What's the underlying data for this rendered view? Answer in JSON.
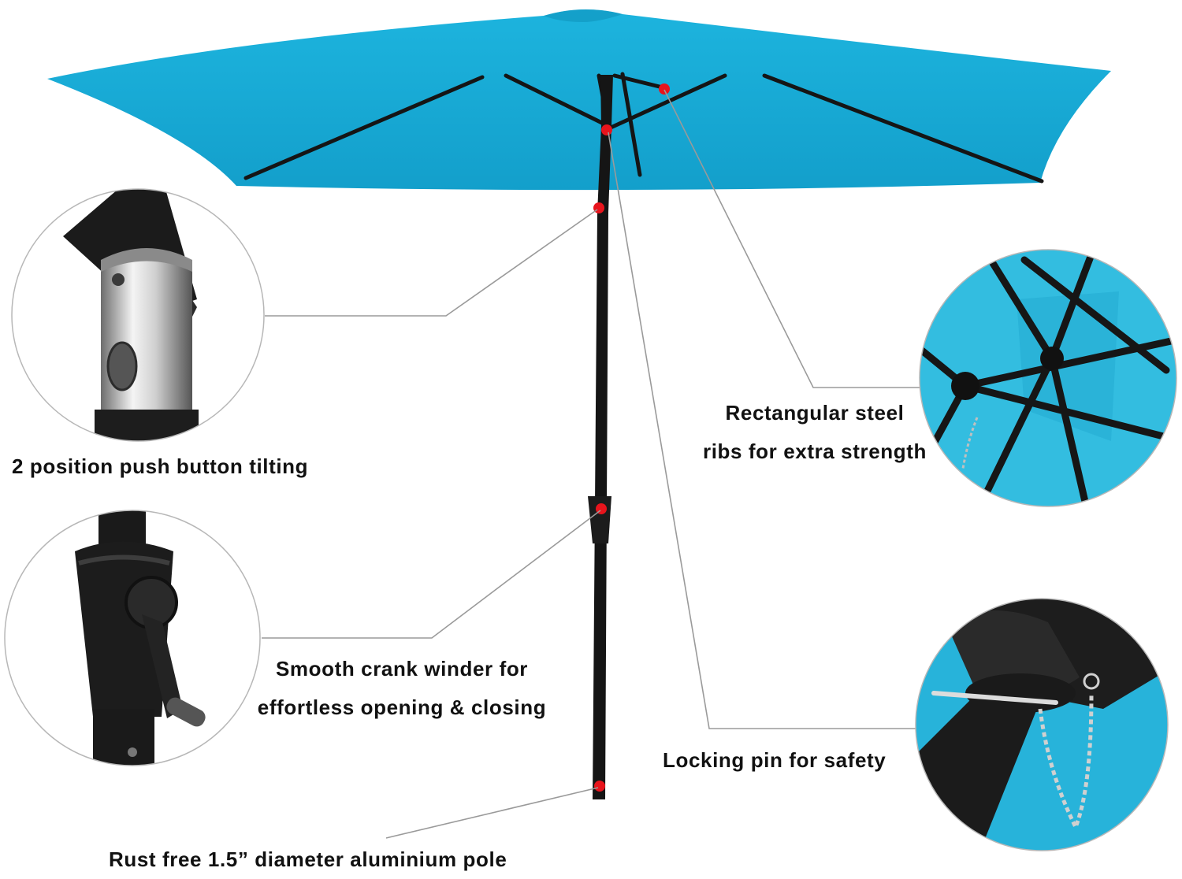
{
  "callouts": {
    "tilt": {
      "text": "2 position push button tilting"
    },
    "ribs": {
      "line1": "Rectangular steel",
      "line2": "ribs for extra strength"
    },
    "crank": {
      "line1": "Smooth crank winder for",
      "line2": "effortless opening & closing"
    },
    "pin": {
      "text": "Locking pin for safety"
    },
    "pole": {
      "text": "Rust free 1.5” diameter aluminium pole"
    }
  },
  "colors": {
    "canopy": "#17a9d4",
    "frame": "#151515",
    "marker": "#e8141c",
    "leader": "#9a9a9a"
  }
}
